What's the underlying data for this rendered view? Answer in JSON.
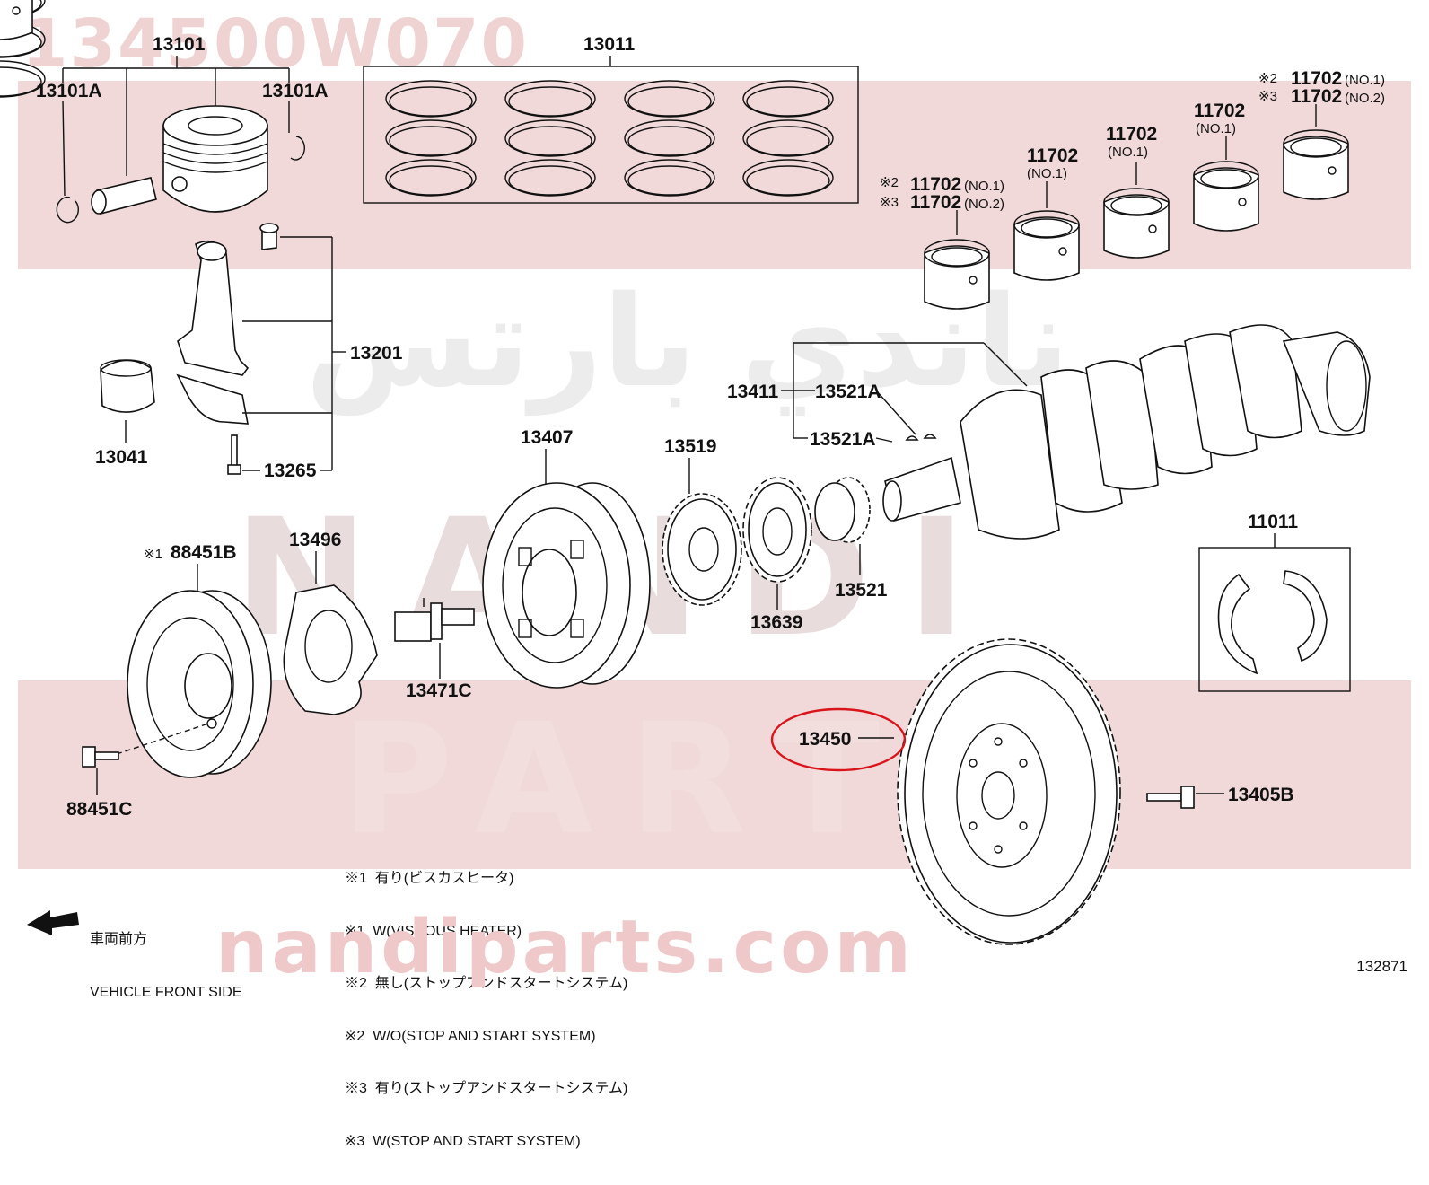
{
  "watermark": {
    "part_code": "134500W070",
    "site": "nandiparts.com",
    "arabic_brand": "ناندي بارتس",
    "nandi": "NANDI",
    "parts": "PARTS"
  },
  "labels": {
    "p13101": "13101",
    "p13101A_left": "13101A",
    "p13101A_right": "13101A",
    "p13011": "13011",
    "p13201": "13201",
    "p13041": "13041",
    "p13265": "13265",
    "p13411": "13411",
    "p13521A_1": "13521A",
    "p13521A_2": "13521A",
    "p13407": "13407",
    "p13519": "13519",
    "p13521": "13521",
    "p13639": "13639",
    "p11011": "11011",
    "p88451B": "88451B",
    "p13496": "13496",
    "p13471C": "13471C",
    "p88451C": "88451C",
    "p13450": "13450",
    "p13405B": "13405B",
    "b1_pn": "11702",
    "b1_mark1": "※2",
    "b1_mark2": "※3",
    "b1_pn2": "11702",
    "b1_no1": "(NO.1)",
    "b1_no2": "(NO.2)",
    "b2_pn": "11702",
    "b2_no": "(NO.1)",
    "b3_pn": "11702",
    "b3_no": "(NO.1)",
    "b4_pn": "11702",
    "b4_no": "(NO.1)",
    "b5_mark1": "※2",
    "b5_mark2": "※3",
    "b5_pn": "11702",
    "b5_pn2": "11702",
    "b5_no1": "(NO.1)",
    "b5_no2": "(NO.2)",
    "mark_88451B": "※1"
  },
  "notes": [
    "※1  有り(ビスカスヒータ)",
    "※1  W(VISCOUS HEATER)",
    "※2  無し(ストップアンドスタートシステム)",
    "※2  W/O(STOP AND START SYSTEM)",
    "※3  有り(ストップアンドスタートシステム)",
    "※3  W(STOP AND START SYSTEM)"
  ],
  "direction": {
    "jp": "車両前方",
    "en": "VEHICLE FRONT SIDE"
  },
  "figure_number": "132871",
  "colors": {
    "highlight": "#d9141b",
    "band": "#f1d9d9",
    "line": "#111111"
  }
}
